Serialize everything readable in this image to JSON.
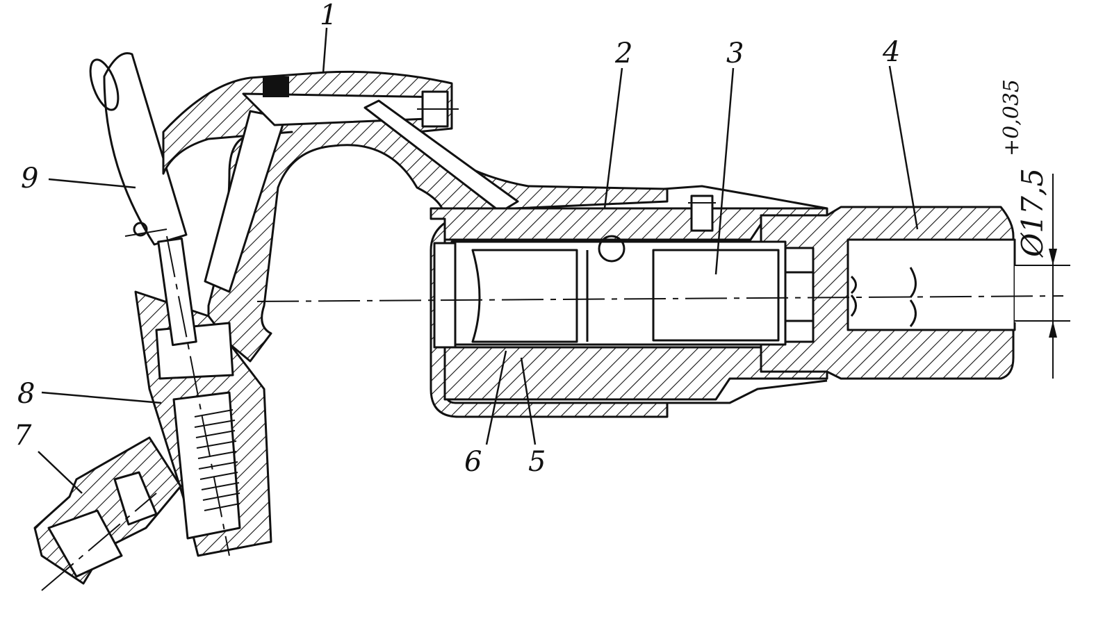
{
  "figure": {
    "callouts": [
      "1",
      "2",
      "3",
      "4",
      "5",
      "6",
      "7",
      "8",
      "9"
    ],
    "dimension_text": "Ø17,5",
    "tolerance_text": "+0,035"
  },
  "colors": {
    "ink": "#111111",
    "paper": "#ffffff"
  }
}
